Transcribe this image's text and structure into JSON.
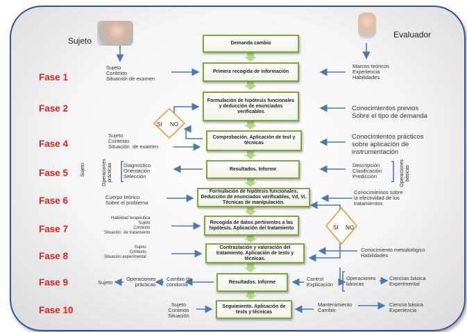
{
  "people": {
    "sujeto": "Sujeto",
    "evaluador": "Evaluador"
  },
  "fases": [
    "Fase 1",
    "Fase 2",
    "Fase 4",
    "Fase 5",
    "Fase 6",
    "Fase 7",
    "Fase 8",
    "Fase 9",
    "Fase 10"
  ],
  "steps": {
    "s1": "Demanda cambio",
    "s2": "Primera recogida de información",
    "s3": "Formulación de hipótesis funcionales y  deducción de enunciados verificables",
    "s4": "Comprobación. Aplicación de test y técnicas",
    "s5": "Resultados. Informe",
    "s6": "Formulación de hipótesis funcionales. Deducción de enunciados verificables, Vd, Vi. Técnicas de manipulación.",
    "s7": "Recogida de datos pertinentes a las hipótesis. Aplicación del tratamiento",
    "s8": "Contrastación y valoración del tratamiento. Aplicación de tests y técnicas.",
    "s9": "Resultados. Informe",
    "s10": "Seguimiento. Aplicación de tests y técnicas"
  },
  "left": {
    "f1": "Sujeto\nContexto\nSituación de examen",
    "f4": "Sujeto\nContexto\nSituación  de examen",
    "f5_list": "Diagnostico\nOrientación\nSelección",
    "f5_ops": "Operaciones\nprácticas",
    "f5_sujeto": "Sujeto",
    "f6": "Cuerpo teórico\nSobre el problema",
    "f7": "Habilidad terapéutica\nSujeto\nContexto\nSituación  de tratamiento",
    "f8": "Sujeto\nContexto\nSituación experimental",
    "f9_sujeto": "Sujeto",
    "f9_ops": "Operaciones\nprácticas",
    "f9_cambio": "Cambio de\nconducta",
    "f10": "Sujeto\nContexto\nSituación"
  },
  "right": {
    "f1": "Marcos teóricos\nExperiencia\nHabilidades",
    "f2": "Conocimientos previos\nSobre el tipo de demanda",
    "f4": "Conocimientos prácticos\nsobre aplicación de\ninstrumentación",
    "f5_list": "Descripción\nClasificación\nPredicción",
    "f5_ops": "Operaciones\nbásicas",
    "f6": "Conocimientos sobre\nla efectividad de los\ntratamientos",
    "f8": "Conocimiento metodológico\nHabilidades",
    "f9_control": "Control\nExplicación",
    "f9_ops": "Operaciones\nbásicas",
    "f9_ciencias": "Ciencias básica\nExperimental",
    "f10_mant": "Mantenimiento\nCambio",
    "f10_ciencia": "Ciencia básica\nExperiencia"
  },
  "decisions": {
    "d1_si": "SI",
    "d1_no": "NO",
    "d2_si": "SI",
    "d2_no": "NO"
  }
}
